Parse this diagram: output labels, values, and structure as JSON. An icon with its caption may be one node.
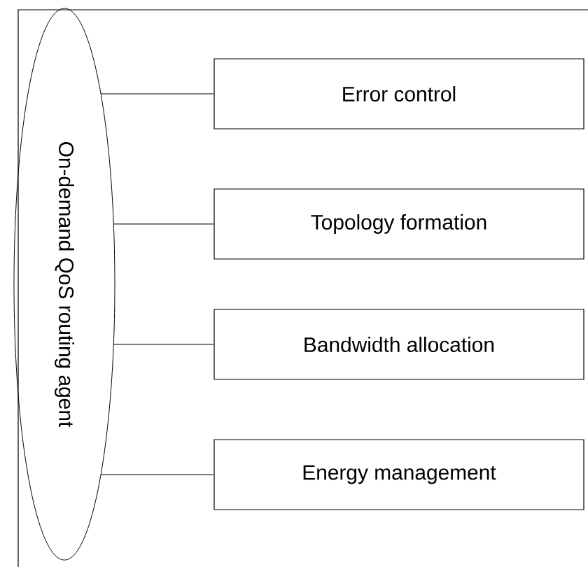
{
  "diagram": {
    "nodes": [
      {
        "text": [
          "On-demand QoS routing agent"
        ]
      },
      {
        "text": [
          "Error control"
        ]
      },
      {
        "text": [
          "Topology formation"
        ]
      },
      {
        "text": [
          "Bandwidth allocation"
        ]
      },
      {
        "text": [
          "Energy management"
        ]
      }
    ],
    "edges": [
      {
        "from": 0,
        "to": 1,
        "arrow": "none"
      },
      {
        "from": 0,
        "to": 2,
        "arrow": "none"
      },
      {
        "from": 0,
        "to": 3,
        "arrow": "none"
      },
      {
        "from": 0,
        "to": 4,
        "arrow": "none"
      }
    ]
  }
}
